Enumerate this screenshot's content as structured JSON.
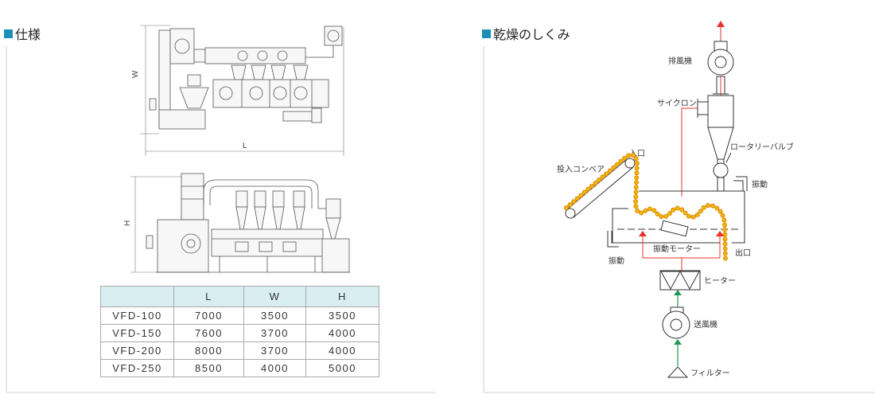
{
  "colors": {
    "accent": "#1b8fb8",
    "hot_air": "#e8312b",
    "fresh_air": "#1e9a55",
    "material": "#f3b700",
    "material_edge": "#d98a00",
    "table_header_bg": "#d8eef1",
    "frame": "#cfcfcf"
  },
  "icons": {
    "title_marker": "square-bullet-icon"
  },
  "spec": {
    "title": "仕様",
    "plan_view": {
      "dim_w": "W",
      "dim_l": "L"
    },
    "side_view": {
      "dim_h": "H"
    },
    "table": {
      "headers": [
        "L",
        "W",
        "H"
      ],
      "rows": [
        [
          "VFD-100",
          "7000",
          "3500",
          "3500"
        ],
        [
          "VFD-150",
          "7600",
          "3700",
          "4000"
        ],
        [
          "VFD-200",
          "8000",
          "3700",
          "4000"
        ],
        [
          "VFD-250",
          "8500",
          "4000",
          "5000"
        ]
      ]
    }
  },
  "mechanism": {
    "title": "乾燥のしくみ",
    "labels": {
      "exhaust_fan": "排風機",
      "cyclone": "サイクロン",
      "rotary_valve": "ロータリーバルブ",
      "inlet": "入口",
      "conveyor": "投入コンベア",
      "vibration_right": "振動",
      "vibration_motor": "振動モーター",
      "outlet": "出口",
      "vibration_left": "振動",
      "heater": "ヒーター",
      "blower": "送風機",
      "filter": "フィルター"
    }
  }
}
